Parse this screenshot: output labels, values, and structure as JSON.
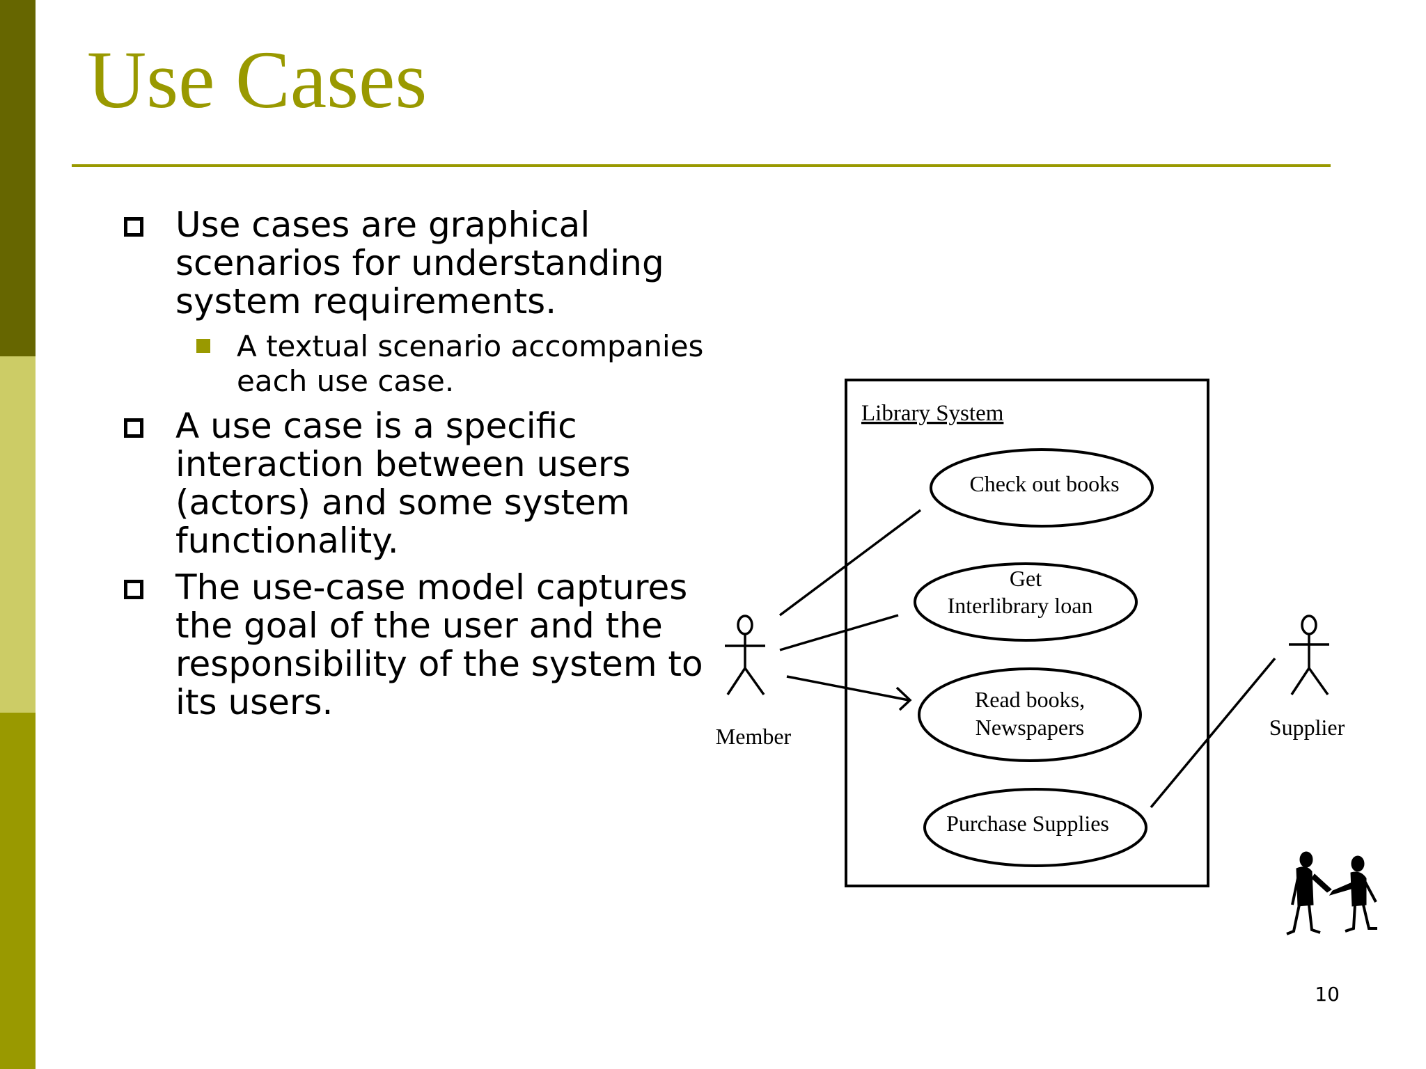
{
  "slide": {
    "title": "Use Cases",
    "page_number": "10",
    "accent_color": "#999900",
    "sidebar_colors": [
      "#666600",
      "#cccc66",
      "#999900"
    ]
  },
  "bullets": [
    {
      "text": "Use cases are graphical scenarios for understanding system requirements.",
      "sub": [
        "A textual scenario accompanies each use case."
      ]
    },
    {
      "text": "A use case is a specific interaction between users (actors) and some system functionality.",
      "sub": []
    },
    {
      "text": "The use-case model captures the goal of the user and the responsibility of the system to its users.",
      "sub": []
    }
  ],
  "diagram": {
    "system_label": "Library System",
    "actors": {
      "left": "Member",
      "right": "Supplier"
    },
    "use_cases": {
      "checkout": [
        "Check out books"
      ],
      "ill": [
        "Get",
        "Interlibrary loan"
      ],
      "read": [
        "Read books,",
        "Newspapers"
      ],
      "purchase": [
        "Purchase Supplies"
      ]
    },
    "handshake_icon": "handshake-people-icon"
  }
}
